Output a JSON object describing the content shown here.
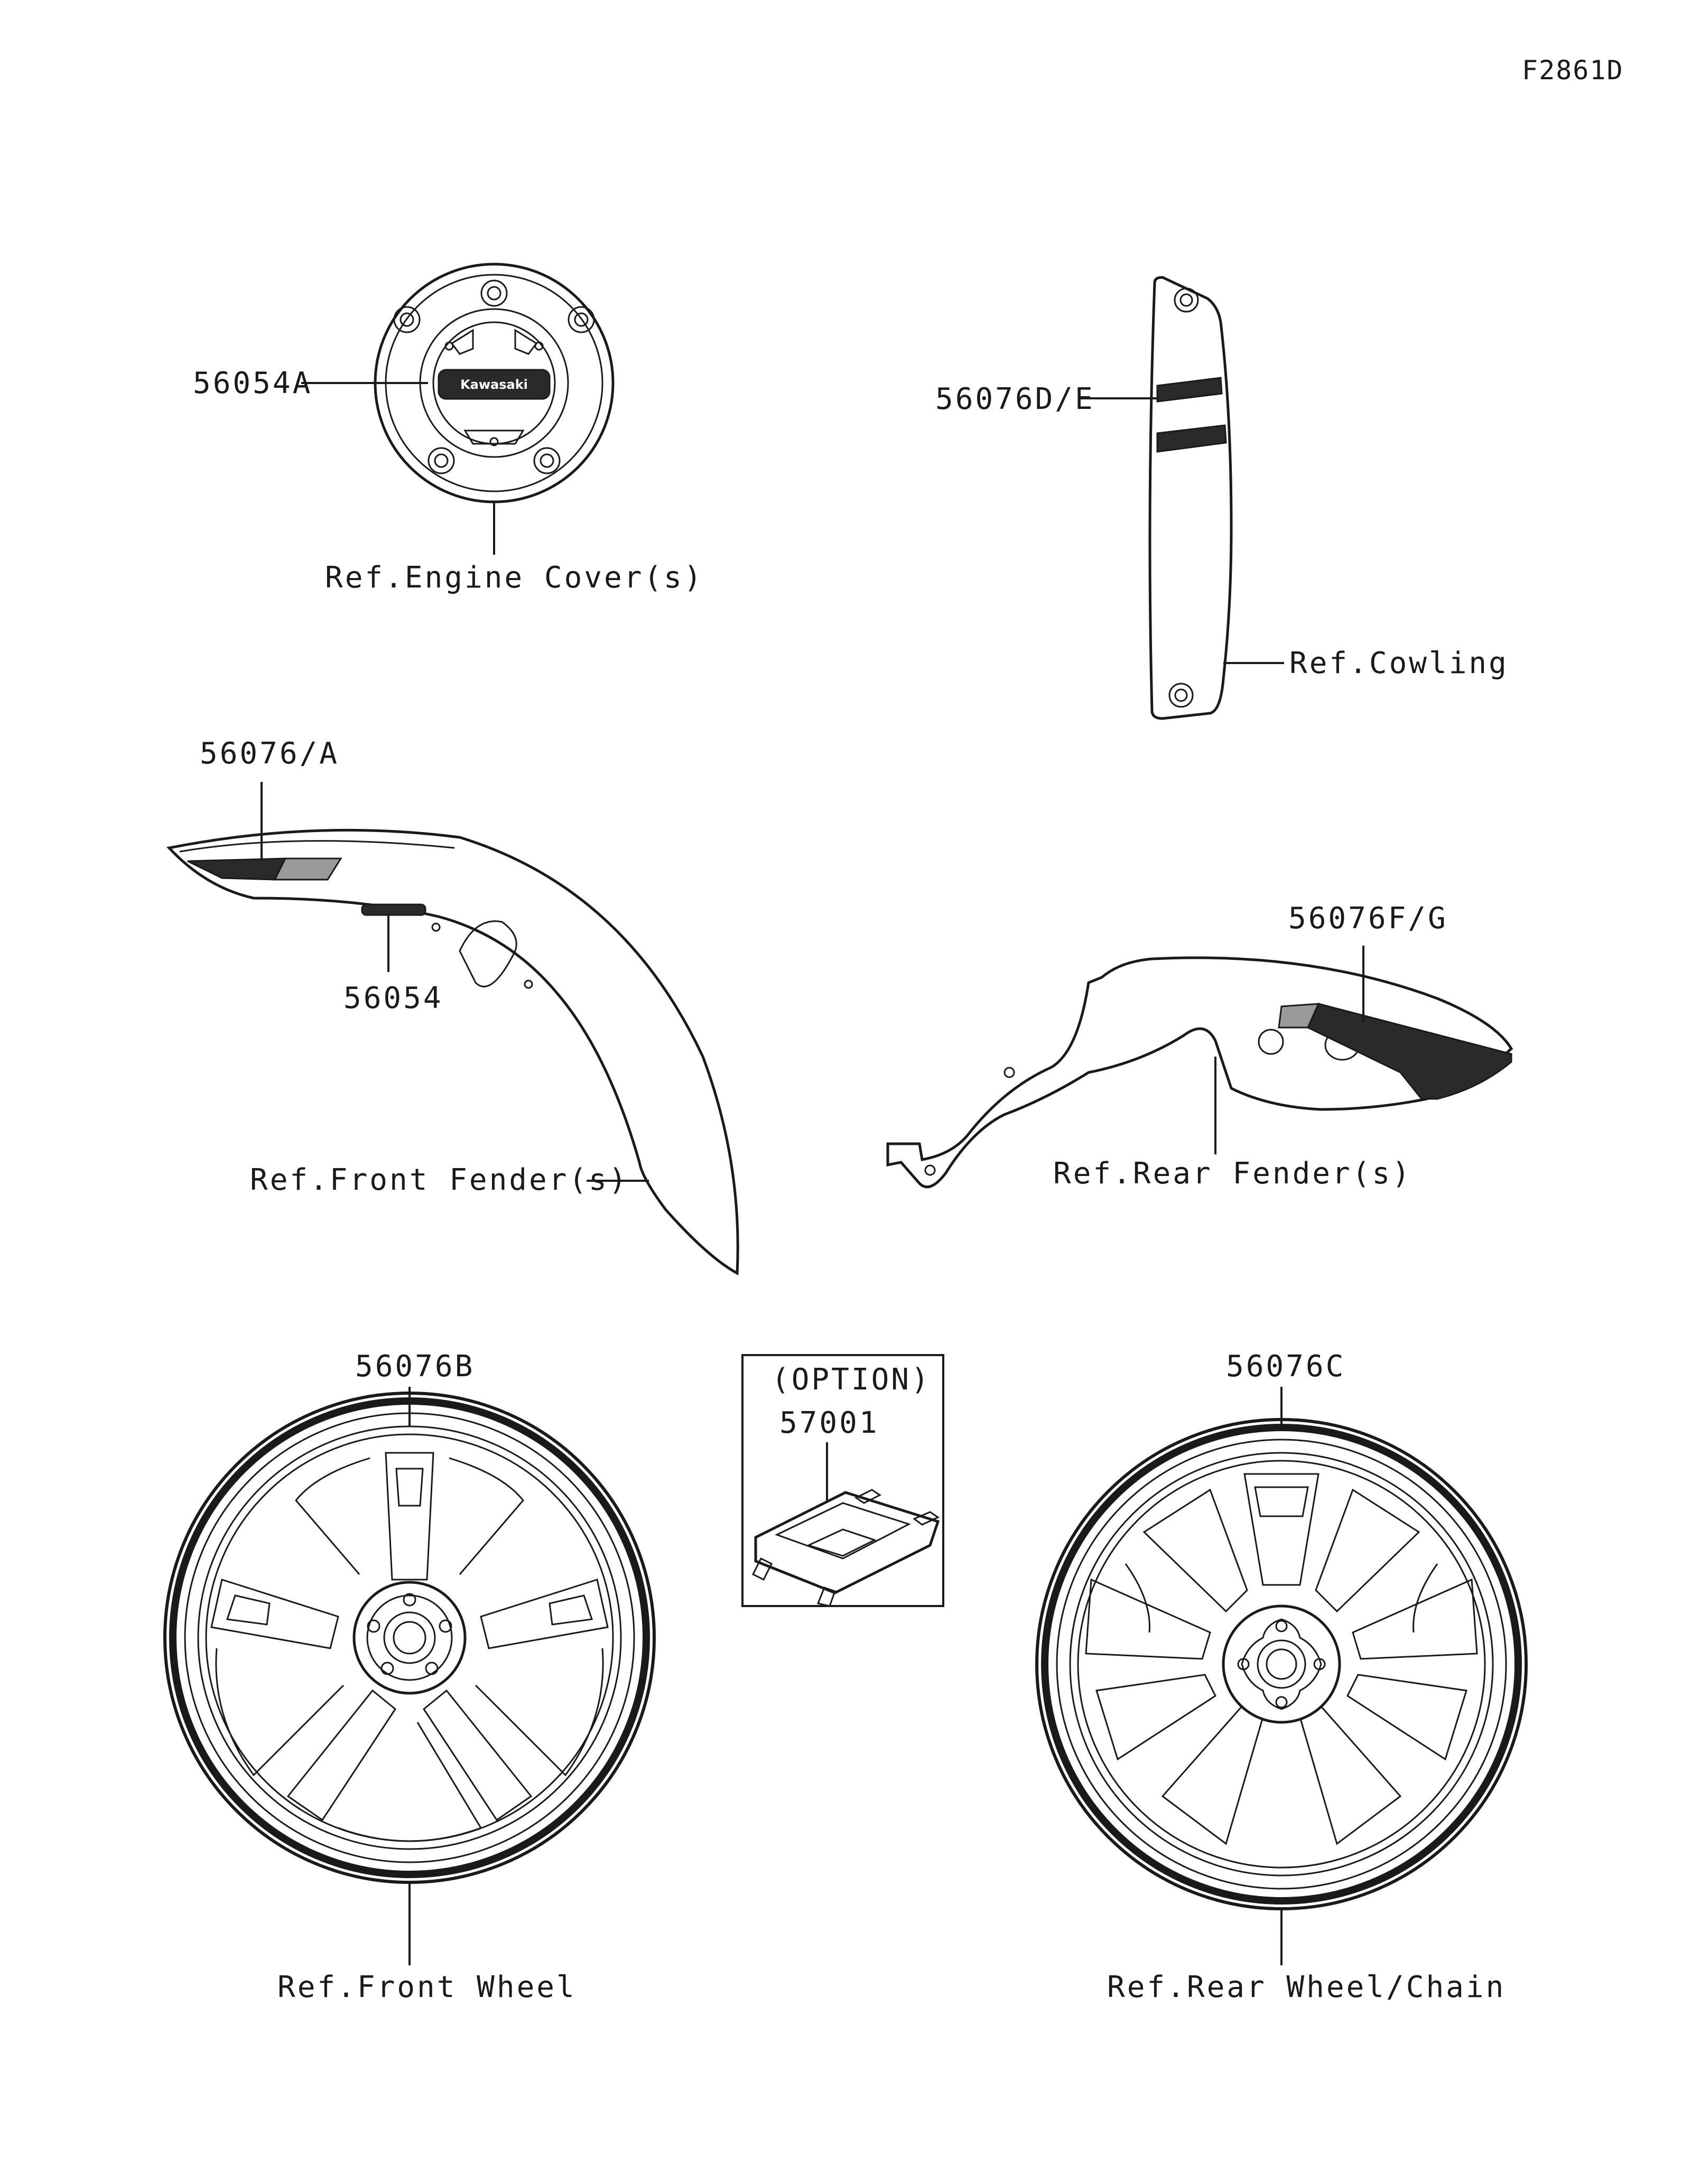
{
  "figure_id": "F2861D",
  "callouts": {
    "engine_cover_decal": "56054A",
    "cowling_decal": "56076D/E",
    "front_fender_decal": "56076/A",
    "front_fender_emblem": "56054",
    "rear_fender_decal": "56076F/G",
    "front_wheel_decal": "56076B",
    "rear_wheel_decal": "56076C",
    "option_part": "57001"
  },
  "references": {
    "engine_cover": "Ref.Engine Cover(s)",
    "cowling": "Ref.Cowling",
    "front_fender": "Ref.Front Fender(s)",
    "rear_fender": "Ref.Rear Fender(s)",
    "front_wheel": "Ref.Front Wheel",
    "rear_wheel": "Ref.Rear Wheel/Chain"
  },
  "option_box": {
    "title": "(OPTION)"
  },
  "engine_cover_logo": "Kawasaki"
}
